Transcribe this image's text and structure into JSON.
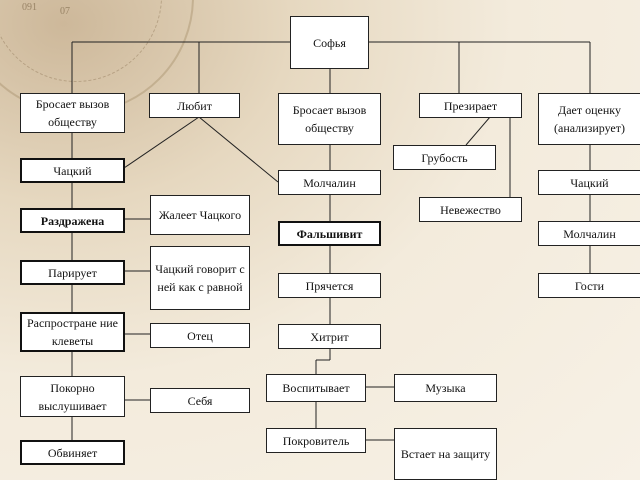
{
  "background": {
    "compass_numbers": [
      "091",
      "07"
    ]
  },
  "nodes": {
    "root": "Софья",
    "challenges_left": "Бросает вызов обществу",
    "loves": "Любит",
    "challenges_center": "Бросает вызов обществу",
    "despises": "Презирает",
    "evaluates": "Дает оценку (анализирует)",
    "chatsky_left": "Чацкий",
    "irritated": "Раздражена",
    "parries": "Парирует",
    "slander": "Распростране ние клеветы",
    "listens": "Покорно выслушивает",
    "accuses": "Обвиняет",
    "pities": "Жалеет Чацкого",
    "talks_as_equal": "Чацкий говорит с ней как с равной",
    "father": "Отец",
    "herself": "Себя",
    "molchalin_center": "Молчалин",
    "deceives": "Фальшивит",
    "hides": "Прячется",
    "cunning": "Хитрит",
    "educates": "Воспитывает",
    "patron": "Покровитель",
    "music": "Музыка",
    "defends": "Встает на защиту",
    "rudeness": "Грубость",
    "ignorance": "Невежество",
    "chatsky_right": "Чацкий",
    "molchalin_right": "Молчалин",
    "guests": "Гости"
  }
}
